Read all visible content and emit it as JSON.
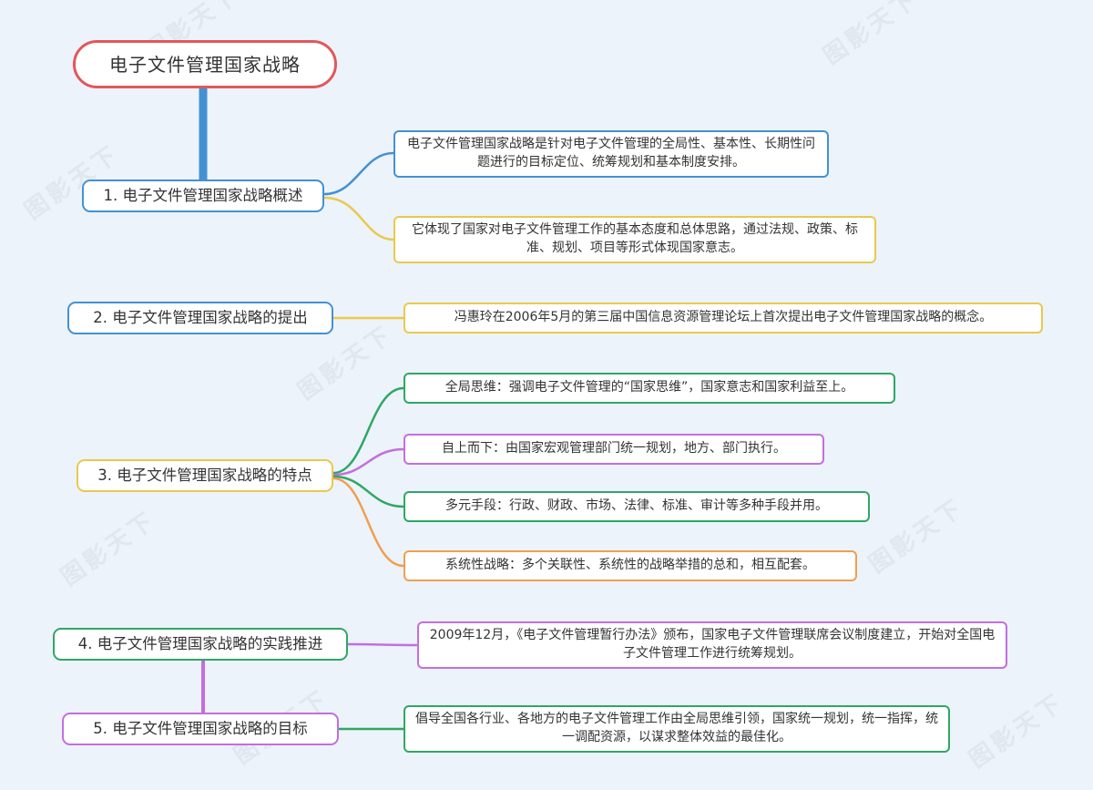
{
  "app": {
    "watermark_text": "图影天下"
  },
  "palette": {
    "bg": "#ecf3fa",
    "node_bg": "#ffffff",
    "text": "#333333",
    "red": "#e2575b",
    "blue": "#4491d2",
    "yellow": "#e9c94e",
    "olive": "#b4bd52",
    "green": "#2fa764",
    "teal": "#3aa37a",
    "purple": "#c36ee0",
    "orange": "#ef9f50"
  },
  "mindmap": {
    "root": {
      "text": "电子文件管理国家战略"
    },
    "branches": [
      {
        "label": "1. 电子文件管理国家战略概述",
        "children": [
          {
            "text": "电子文件管理国家战略是针对电子文件管理的全局性、基本性、长期性问题进行的目标定位、统筹规划和基本制度安排。"
          },
          {
            "text": "它体现了国家对电子文件管理工作的基本态度和总体思路，通过法规、政策、标准、规划、项目等形式体现国家意志。"
          }
        ]
      },
      {
        "label": "2. 电子文件管理国家战略的提出",
        "children": [
          {
            "text": "冯惠玲在2006年5月的第三届中国信息资源管理论坛上首次提出电子文件管理国家战略的概念。"
          }
        ]
      },
      {
        "label": "3. 电子文件管理国家战略的特点",
        "children": [
          {
            "text": "全局思维：强调电子文件管理的“国家思维”，国家意志和国家利益至上。"
          },
          {
            "text": "自上而下：由国家宏观管理部门统一规划，地方、部门执行。"
          },
          {
            "text": "多元手段：行政、财政、市场、法律、标准、审计等多种手段并用。"
          },
          {
            "text": "系统性战略：多个关联性、系统性的战略举措的总和，相互配套。"
          }
        ]
      },
      {
        "label": "4. 电子文件管理国家战略的实践推进",
        "children": [
          {
            "text": "2009年12月，《电子文件管理暂行办法》颁布，国家电子文件管理联席会议制度建立，开始对全国电子文件管理工作进行统筹规划。"
          }
        ]
      },
      {
        "label": "5. 电子文件管理国家战略的目标",
        "children": [
          {
            "text": "倡导全国各行业、各地方的电子文件管理工作由全局思维引领，国家统一规划，统一指挥，统一调配资源，以谋求整体效益的最佳化。"
          }
        ]
      }
    ]
  }
}
